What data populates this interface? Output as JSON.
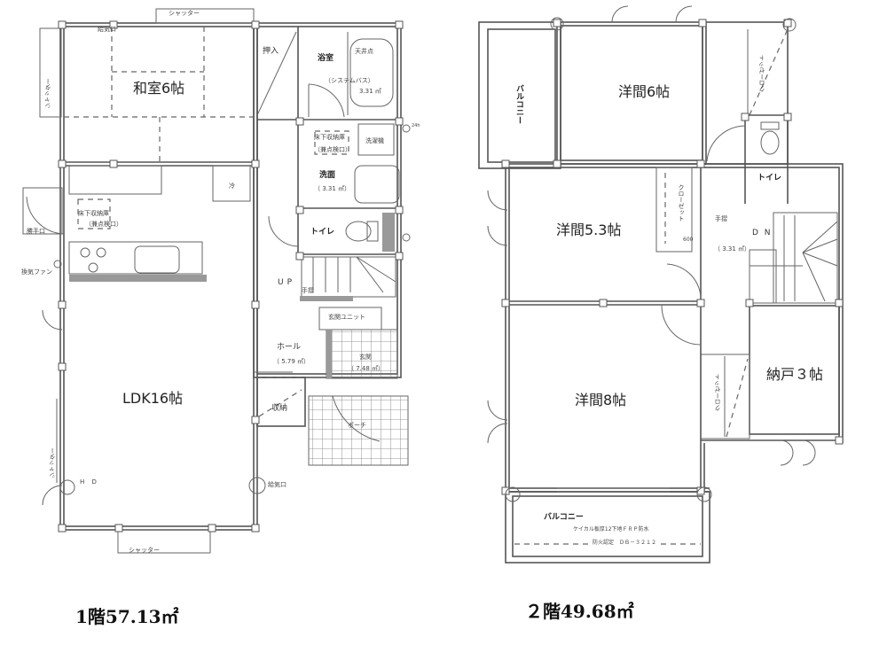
{
  "floor1": {
    "area_label": "1階57.13㎡",
    "rooms": {
      "washitsu": "和室6帖",
      "oshiire": "押入",
      "yokushitsu": "浴室",
      "system_bath": "（システムバス）",
      "bath_area": "3.31 ㎡",
      "tenjo_ten": "天井点",
      "yukashita_1": "床下収納庫",
      "tenken_1": "（兼点検口）",
      "sentakuki": "洗濯機",
      "senmen": "洗面",
      "senmen_area": "（ 3.31 ㎡）",
      "rei": "冷",
      "yukashita_2": "床下収納庫",
      "tenken_2": "（兼点検口）",
      "katteguchi": "勝手口",
      "kanki_fan": "換気ファン",
      "toilet": "トイレ",
      "up": "UP",
      "tesuri": "手摺",
      "genkan_unit": "玄関ユニット",
      "hall": "ホール",
      "hall_area": "（ 5.79 ㎡）",
      "genkan": "玄関",
      "genkan_area": "（ 7.48 ㎡）",
      "shuno": "収納",
      "porch": "ポーチ",
      "ldk": "LDK16帖",
      "hd": "H D",
      "kyuki": "給気口",
      "kyuki_2": "給気口",
      "shutter_top": "シャッター",
      "shutter_left": "シャッター",
      "shutter_ldk_left": "シャッター",
      "shutter_bottom": "シャッター",
      "hour24": "24h"
    }
  },
  "floor2": {
    "area_label": "２階49.68㎡",
    "rooms": {
      "balcony_left": "バルコニー",
      "yoma6": "洋間6帖",
      "closet_1": "クローゼット",
      "toilet": "トイレ",
      "yoma53": "洋間5.3帖",
      "closet_2": "クローゼット",
      "closet_600": "600",
      "tesuri": "手摺",
      "dn": "D N",
      "hall_area": "（ 3.31 ㎡）",
      "yoma8": "洋間8帖",
      "closet_3": "クローゼット",
      "nando": "納戸３帖",
      "balcony_bottom": "バルコニー",
      "balcony_note": "ケイカル板厚12下地ＦＲＰ防水",
      "fire_rating": "防火認定　ＤＢ－３２１２"
    }
  }
}
